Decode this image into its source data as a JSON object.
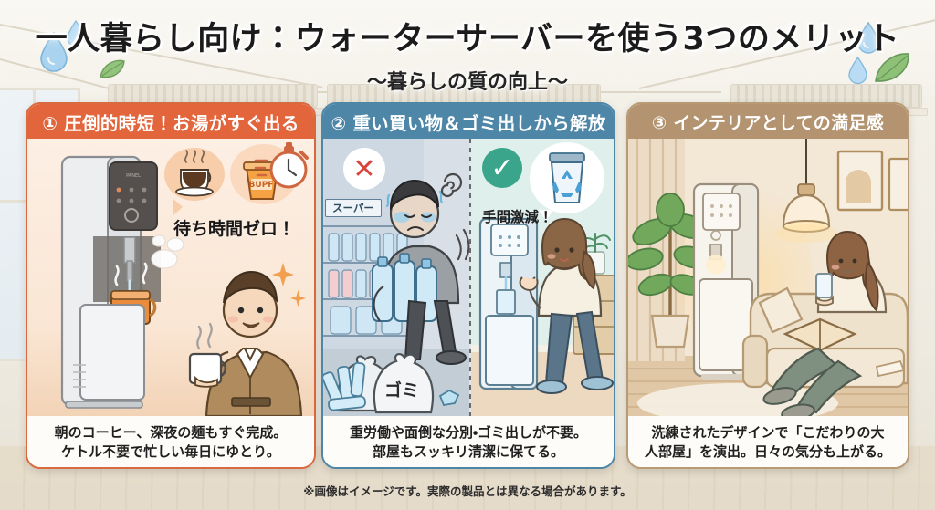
{
  "title": {
    "main": "一人暮らし向け：ウォーターサーバーを使う3つのメリット",
    "sub": "～暮らしの質の向上～"
  },
  "cards": [
    {
      "id": "card1",
      "heading": "① 圧倒的時短！お湯がすぐ出る",
      "caption_line1": "朝のコーヒー、深夜の麺もすぐ完成。",
      "caption_line2": "ケトル不要で忙しい毎日にゆとり。",
      "accent": "#e2653c",
      "art": {
        "badge_text": "待ち時間ゼロ！",
        "noodle_label": "BUPF",
        "icons": [
          "coffee-cup-icon",
          "cup-noodle-icon",
          "stopwatch-icon",
          "sparkle-icon"
        ],
        "scene": "水サーバーからお湯を注ぐ様子とマグカップを持つ男性"
      }
    },
    {
      "id": "card2",
      "heading": "② 重い買い物＆ゴミ出しから解放",
      "caption_line1": "重労働や面倒な分別・ゴミ出しが不要。",
      "caption_line2": "部屋もスッキリ清潔に保てる。",
      "accent": "#4e86a8",
      "art": {
        "left_mark": "✕",
        "left_mark_color": "#d9453c",
        "store_sign": "スーパー",
        "trash_bag_label": "ゴミ",
        "right_mark": "✓",
        "right_mark_color": "#3aa58b",
        "right_badge_text": "手間激減！",
        "icons": [
          "cross-mark-icon",
          "check-mark-icon",
          "recycle-bin-icon",
          "sweat-drop-icon"
        ],
        "scene_left": "重いペットボトルを運ぶ男性とゴミ袋",
        "scene_right": "サーバーから水を注ぐ女性"
      }
    },
    {
      "id": "card3",
      "heading": "③ インテリアとしての満足感",
      "caption_line1": "洗練されたデザインで「こだわりの大",
      "caption_line2": "人部屋」を演出。日々の気分も上がる。",
      "accent": "#b49470",
      "art": {
        "icons": [
          "pendant-lamp-icon",
          "plant-icon",
          "book-icon"
        ],
        "scene": "ソファで読書する女性と間接照明に照らされたウォーターサーバー"
      }
    }
  ],
  "footer": "※画像はイメージです。実際の製品とは異なる場合があります。",
  "decor": {
    "drops": [
      "water-drop-icon",
      "water-drop-icon",
      "water-drop-icon",
      "water-drop-icon"
    ],
    "leaves": [
      "leaf-icon",
      "leaf-icon"
    ]
  },
  "colors": {
    "background": "#f4f1ea",
    "card1": "#e2653c",
    "card2": "#4e86a8",
    "card3": "#b49470",
    "drop": "#a8d2ee",
    "leaf": "#8fbf76"
  }
}
